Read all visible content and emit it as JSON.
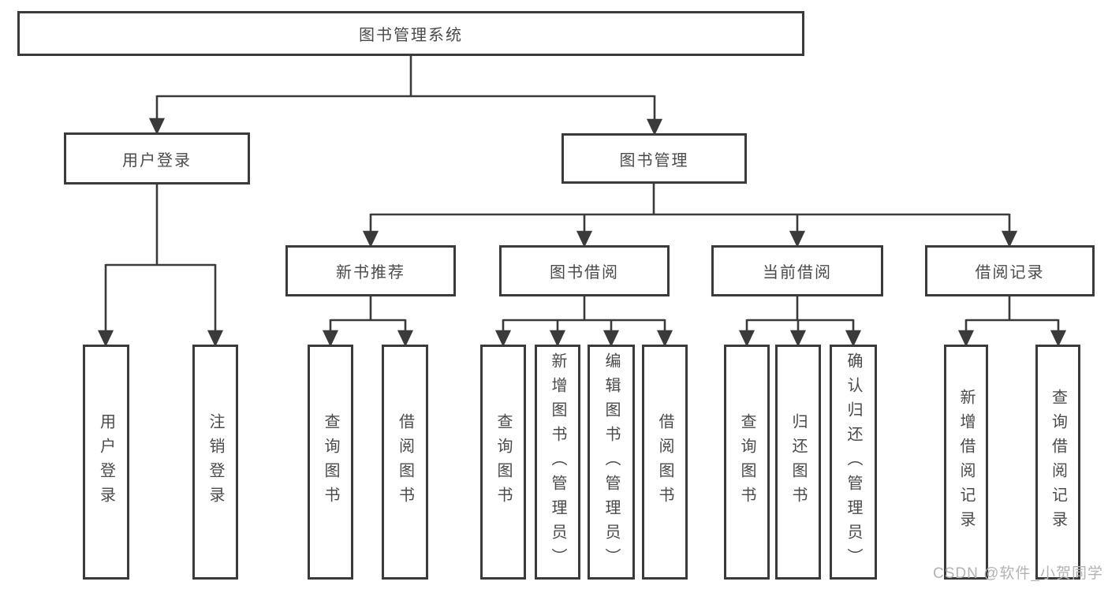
{
  "diagram": {
    "root": {
      "label": "图书管理系统"
    },
    "branches": [
      {
        "label": "用户登录",
        "leaves": [
          "用户登录",
          "注销登录"
        ]
      },
      {
        "label": "图书管理",
        "sections": [
          {
            "label": "新书推荐",
            "leaves": [
              "查询图书",
              "借阅图书"
            ]
          },
          {
            "label": "图书借阅",
            "leaves": [
              "查询图书",
              "新增图书（管理员）",
              "编辑图书（管理员）",
              "借阅图书"
            ]
          },
          {
            "label": "当前借阅",
            "leaves": [
              "查询图书",
              "归还图书",
              "确认归还（管理员）"
            ]
          },
          {
            "label": "借阅记录",
            "leaves": [
              "新增借阅记录",
              "查询借阅记录"
            ]
          }
        ]
      }
    ]
  },
  "watermark": {
    "text": "CSDN @软件_小贺同学",
    "color": "#b3b3b3"
  },
  "colors": {
    "line": "#3a3a3a",
    "box_border": "#3a3a3a",
    "text": "#4a4a4a",
    "background": "#ffffff"
  }
}
